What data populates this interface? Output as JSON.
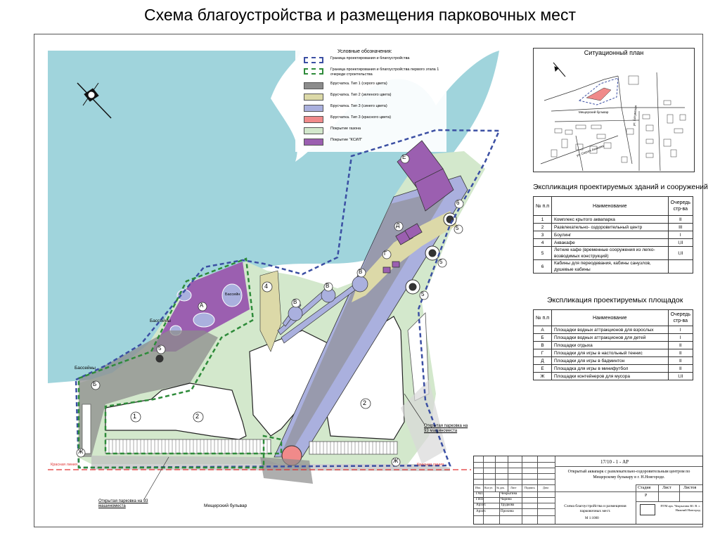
{
  "slide_title": "Схема благоустройства и размещения парковочных мест",
  "legend": {
    "heading": "Условные обозначения:",
    "items": [
      {
        "label": "Граница проектирования и благоустройства",
        "kind": "dash",
        "color": "#3b4fa3"
      },
      {
        "label": "Граница проектирования и благоустройства первого этапа 1 очереди строительства",
        "kind": "dash",
        "color": "#2e8b3a"
      },
      {
        "label": "Брусчатка. Тип 1 (серого цвета)",
        "kind": "fill",
        "color": "#8c8c8c"
      },
      {
        "label": "Брусчатка. Тип 2 (зеленого цвета)",
        "kind": "fill",
        "color": "#dcd9a8"
      },
      {
        "label": "Брусчатка. Тип 3 (синего цвета)",
        "kind": "fill",
        "color": "#aab0de"
      },
      {
        "label": "Брусчатка. Тип 3 (красного цвета)",
        "kind": "fill",
        "color": "#f08a8a"
      },
      {
        "label": "Покрытие газона",
        "kind": "fill",
        "color": "#d3e8cc"
      },
      {
        "label": "Покрытие \"КСИЛ\"",
        "kind": "fill",
        "color": "#9b5fb0"
      }
    ]
  },
  "colors": {
    "water": "#8fcdd6",
    "lawn": "#d3e8cc",
    "paving_gray": "#8c8c8c",
    "paving_blue": "#aab0de",
    "paving_yellow": "#dcd9a8",
    "ksil": "#9b5fb0",
    "red_line": "#e03030"
  },
  "map_labels": {
    "pools_1": "Бассейны",
    "pools_2": "Бассейны",
    "pool": "Бассейн",
    "parking_right": "Открытая парковка на 93 машиноместа",
    "parking_left": "Открытая парковка на 93 машиноместа",
    "street": "Мещерский бульвар",
    "red_line_left": "Красная линия",
    "red_line_right": "Красная линия",
    "markers": [
      "1",
      "2",
      "2",
      "4",
      "5",
      "5",
      "5",
      "5",
      "6",
      "А",
      "Б",
      "В",
      "В",
      "В",
      "Г",
      "Д",
      "Е",
      "Ж",
      "Ж"
    ]
  },
  "situation_plan": {
    "title": "Ситуационный план",
    "labels": [
      "Мещерский бульвар",
      "ул. Батумская",
      "ул. Сергея Акимова"
    ]
  },
  "buildings_table": {
    "title": "Экспликация проектируемых зданий и сооружений",
    "headers": [
      "№ п.п",
      "Наименование",
      "Очередь стр-ва"
    ],
    "rows": [
      [
        "1",
        "Комплекс крытого аквапарка",
        "II"
      ],
      [
        "2",
        "Развлекательно- оздоровительный центр",
        "III"
      ],
      [
        "3",
        "Боулинг",
        "I"
      ],
      [
        "4",
        "Аквакафе",
        "I,II"
      ],
      [
        "5",
        "Летние кафе (временные сооружения из легко-возводимых конструкций)",
        "I,II"
      ],
      [
        "6",
        "Кабины для переодевания, кабины санузлов, душевые кабины",
        ""
      ]
    ]
  },
  "areas_table": {
    "title": "Экспликация проектируемых площадок",
    "headers": [
      "№ п.п",
      "Наименование",
      "Очередь стр-ва"
    ],
    "rows": [
      [
        "А",
        "Площадки водных аттракционов для взрослых",
        "I"
      ],
      [
        "Б",
        "Площадки водных аттракционов для детей",
        "I"
      ],
      [
        "В",
        "Площадки отдыха",
        "II"
      ],
      [
        "Г",
        "Площадки для игры в настольный теннис",
        "II"
      ],
      [
        "Д",
        "Площадки для игры в бадминтон",
        "II"
      ],
      [
        "Е",
        "Площадка для игры в минифутбол",
        "II"
      ],
      [
        "Ж",
        "Площадки контейнеров для мусора",
        "I,II"
      ]
    ]
  },
  "stamp": {
    "code": "17/10 - 1 - АР",
    "project": "Открытый аквапарк с развлекательно-оздоровительным центром по Мещерскому бульвару в г. Н.Новгороде.",
    "col_heads": [
      "Изм.",
      "Кол.уч",
      "№ док.",
      "Лист",
      "Подпись",
      "Дата"
    ],
    "roles": [
      "ГАП",
      "ГИП",
      "Архит.",
      "Архит."
    ],
    "names": [
      "Чекрыгина",
      "Чарина",
      "Трудкова",
      "Прохина"
    ],
    "stage_heads": [
      "Стадия",
      "Лист",
      "Листов"
    ],
    "stage": "Р",
    "drawing": "Схема благоустройства и размещения парковочных мест.",
    "scale": "М 1:1000",
    "org": "ПТМ арх. Чекрыгина Ю. В. г. Нижний Новгород"
  }
}
